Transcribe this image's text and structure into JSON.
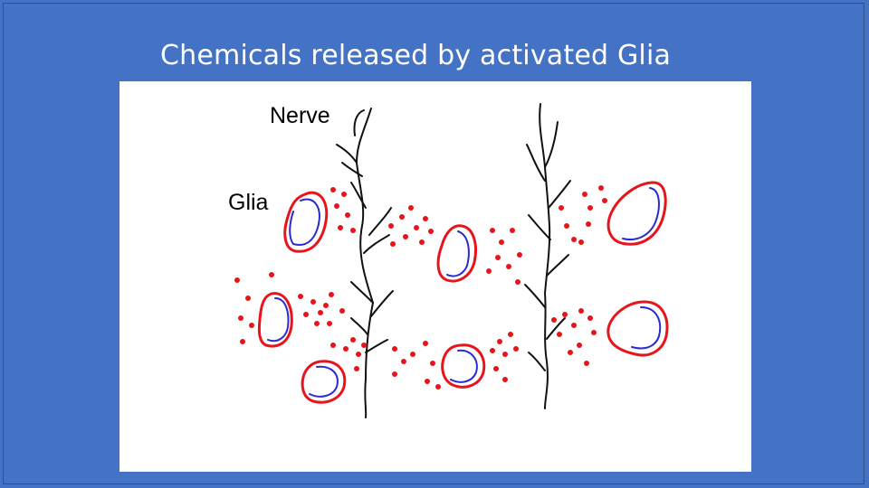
{
  "slide": {
    "title": "Chemicals released by activated Glia"
  },
  "diagram": {
    "labels": {
      "nerve": "Nerve",
      "glia": "Glia"
    },
    "colors": {
      "background": "#4472c4",
      "panel": "#ffffff",
      "glia_outline": "#e8141c",
      "glia_inner": "#2a2ad0",
      "chemical_dot": "#e8141c",
      "nerve": "#111111"
    }
  }
}
